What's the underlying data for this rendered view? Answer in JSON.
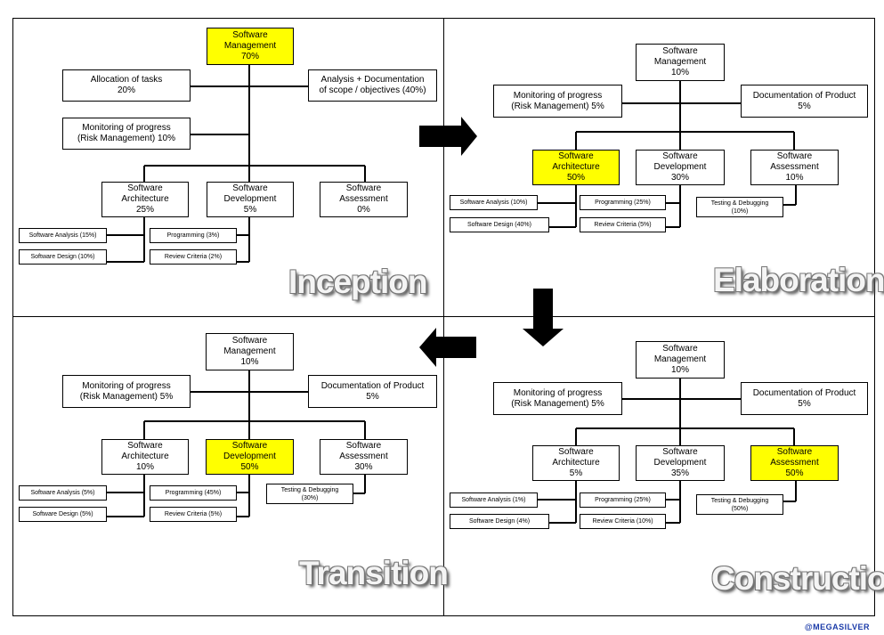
{
  "credit": "@MEGASILVER",
  "quadrants": [
    {
      "id": "inception",
      "phase": "Inception",
      "root": {
        "text": "Software\nManagement\n70%",
        "highlight": true
      },
      "side": [
        {
          "text": "Allocation of tasks\n20%"
        },
        {
          "text": "Analysis + Documentation\nof scope / objectives (40%)"
        },
        {
          "text": "Monitoring of progress\n(Risk Management) 10%"
        }
      ],
      "children": [
        {
          "text": "Software\nArchitecture\n25%",
          "highlight": false
        },
        {
          "text": "Software\nDevelopment\n5%",
          "highlight": false
        },
        {
          "text": "Software\nAssessment\n0%",
          "highlight": false
        }
      ],
      "subs": [
        {
          "text": "Software Analysis (15%)"
        },
        {
          "text": "Software Design (10%)"
        },
        {
          "text": "Programming (3%)"
        },
        {
          "text": "Review Criteria (2%)"
        }
      ]
    },
    {
      "id": "elaboration",
      "phase": "Elaboration",
      "root": {
        "text": "Software\nManagement\n10%",
        "highlight": false
      },
      "side": [
        {
          "text": "Monitoring of progress\n(Risk Management) 5%"
        },
        {
          "text": "Documentation of Product\n5%"
        }
      ],
      "children": [
        {
          "text": "Software\nArchitecture\n50%",
          "highlight": true
        },
        {
          "text": "Software\nDevelopment\n30%",
          "highlight": false
        },
        {
          "text": "Software\nAssessment\n10%",
          "highlight": false
        }
      ],
      "subs": [
        {
          "text": "Software Analysis (10%)"
        },
        {
          "text": "Software Design (40%)"
        },
        {
          "text": "Programming (25%)"
        },
        {
          "text": "Review Criteria (5%)"
        },
        {
          "text": "Testing & Debugging\n(10%)"
        }
      ]
    },
    {
      "id": "transition",
      "phase": "Transition",
      "root": {
        "text": "Software\nManagement\n10%",
        "highlight": false
      },
      "side": [
        {
          "text": "Monitoring of progress\n(Risk Management) 5%"
        },
        {
          "text": "Documentation of Product\n5%"
        }
      ],
      "children": [
        {
          "text": "Software\nArchitecture\n10%",
          "highlight": false
        },
        {
          "text": "Software\nDevelopment\n50%",
          "highlight": true
        },
        {
          "text": "Software\nAssessment\n30%",
          "highlight": false
        }
      ],
      "subs": [
        {
          "text": "Software Analysis (5%)"
        },
        {
          "text": "Software Design (5%)"
        },
        {
          "text": "Programming (45%)"
        },
        {
          "text": "Review Criteria (5%)"
        },
        {
          "text": "Testing & Debugging\n(30%)"
        }
      ]
    },
    {
      "id": "construction",
      "phase": "Construction",
      "root": {
        "text": "Software\nManagement\n10%",
        "highlight": false
      },
      "side": [
        {
          "text": "Monitoring of progress\n(Risk Management) 5%"
        },
        {
          "text": "Documentation of Product\n5%"
        }
      ],
      "children": [
        {
          "text": "Software\nArchitecture\n5%",
          "highlight": false
        },
        {
          "text": "Software\nDevelopment\n35%",
          "highlight": false
        },
        {
          "text": "Software\nAssessment\n50%",
          "highlight": true
        }
      ],
      "subs": [
        {
          "text": "Software Analysis (1%)"
        },
        {
          "text": "Software Design (4%)"
        },
        {
          "text": "Programming (25%)"
        },
        {
          "text": "Review Criteria (10%)"
        },
        {
          "text": "Testing & Debugging\n(50%)"
        }
      ]
    }
  ]
}
